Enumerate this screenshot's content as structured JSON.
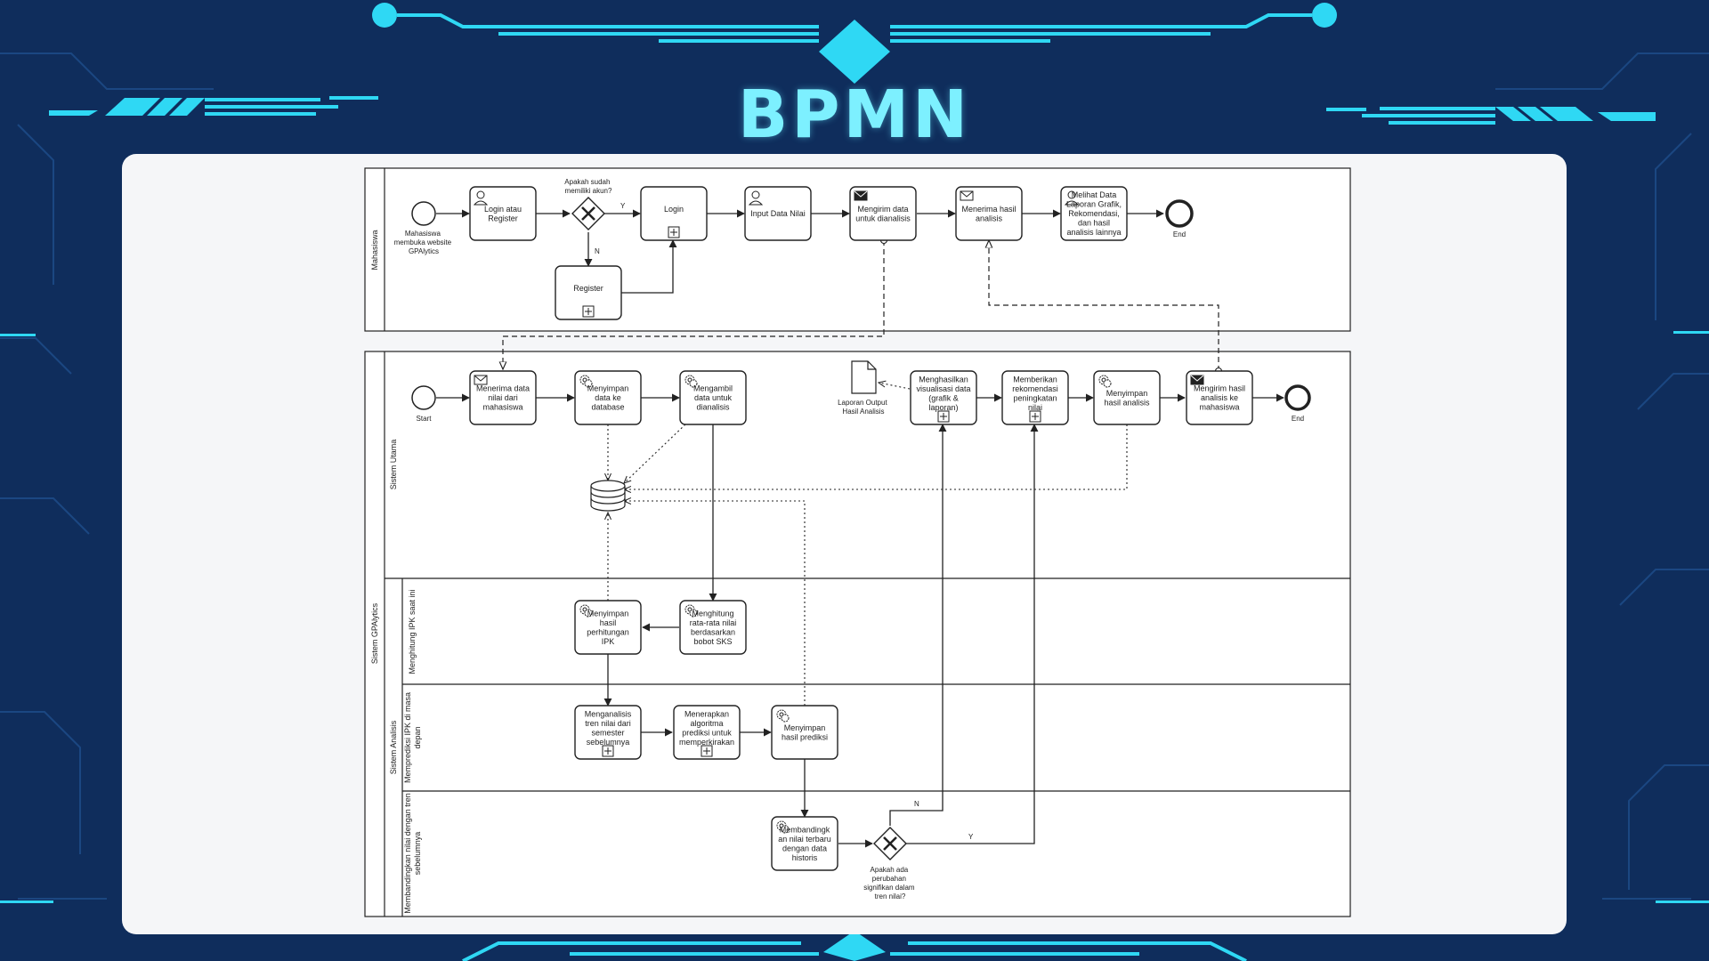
{
  "page": {
    "title": "BPMN"
  },
  "colors": {
    "background": "#0f2d5c",
    "accent": "#2fd8f4",
    "card": "#f5f6f8"
  },
  "pools": {
    "mahasiswa": "Mahasiswa",
    "sistem": "Sistem GPAlytics"
  },
  "lanes": {
    "sistem_utama": "Sistem Utama",
    "sistem_analisis": "Sistem Analisis",
    "ipk_saat_ini": "Menghitung IPK saat ini",
    "prediksi": [
      "Memprediksi IPK di masa",
      "depan"
    ],
    "tren": [
      "Membandingkan nilai dengan tren",
      "sebelumnya"
    ]
  },
  "mahasiswa_flow": {
    "start_label": [
      "Mahasiswa",
      "membuka website",
      "GPAlytics"
    ],
    "login_register": [
      "Login atau",
      "Register"
    ],
    "gateway_question": [
      "Apakah sudah",
      "memiliki akun?"
    ],
    "gateway_yes": "Y",
    "gateway_no": "N",
    "login": "Login",
    "register": "Register",
    "input_data": "Input Data Nilai",
    "kirim_analisis": [
      "Mengirim data",
      "untuk dianalisis"
    ],
    "terima_hasil": [
      "Menerima hasil",
      "analisis"
    ],
    "lihat_data": [
      "Melihat Data",
      "Laporan Grafik,",
      "Rekomendasi,",
      "dan hasil",
      "analisis lainnya"
    ],
    "end_label": "End"
  },
  "sistem_flow": {
    "start_label": "Start",
    "terima_data": [
      "Menerima data",
      "nilai dari",
      "mahasiswa"
    ],
    "simpan_db": [
      "Menyimpan",
      "data ke",
      "database"
    ],
    "ambil_data": [
      "Mengambil",
      "data untuk",
      "dianalisis"
    ],
    "laporan_output": [
      "Laporan Output",
      "Hasil Analisis"
    ],
    "visualisasi": [
      "Menghasilkan",
      "visualisasi data",
      "(grafik &",
      "laporan)"
    ],
    "rekomendasi": [
      "Memberikan",
      "rekomendasi",
      "peningkatan",
      "nilai"
    ],
    "simpan_hasil": [
      "Menyimpan",
      "hasil analisis"
    ],
    "kirim_hasil": [
      "Mengirim hasil",
      "analisis ke",
      "mahasiswa"
    ],
    "end_label": "End",
    "simpan_ipk": [
      "Menyimpan",
      "hasil",
      "perhitungan",
      "IPK"
    ],
    "hitung_rata": [
      "Menghitung",
      "rata-rata nilai",
      "berdasarkan",
      "bobot SKS"
    ],
    "analisis_tren": [
      "Menganalisis",
      "tren nilai dari",
      "semester",
      "sebelumnya"
    ],
    "algoritma": [
      "Menerapkan",
      "algoritma",
      "prediksi untuk",
      "memperkirakan"
    ],
    "simpan_prediksi": [
      "Menyimpan",
      "hasil prediksi"
    ],
    "bandingkan": [
      "Membandingk",
      "an nilai terbaru",
      "dengan data",
      "historis"
    ],
    "gateway_question": [
      "Apakah ada",
      "perubahan",
      "signifikan dalam",
      "tren nilai?"
    ],
    "gateway_no": "N",
    "gateway_yes": "Y"
  }
}
